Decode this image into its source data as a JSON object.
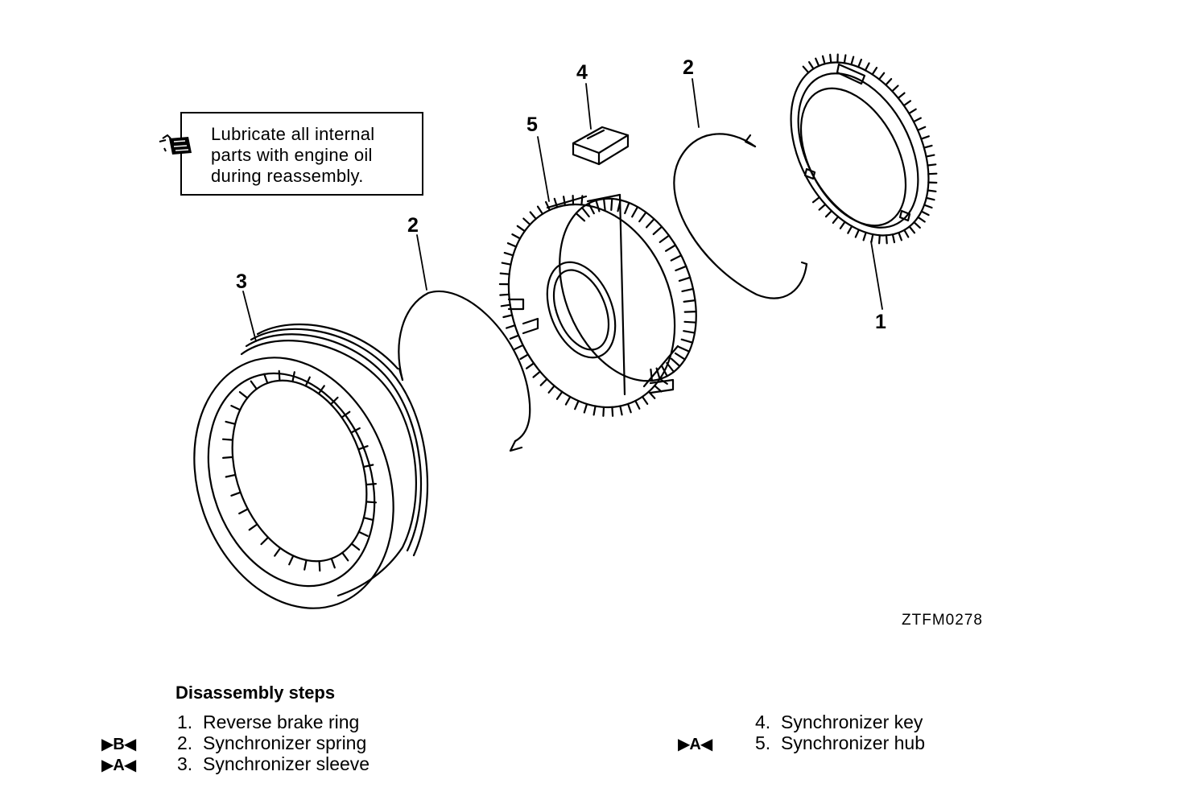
{
  "callouts": {
    "ring": "1",
    "spring_left": "2",
    "spring_right": "2",
    "sleeve": "3",
    "key": "4",
    "hub": "5"
  },
  "note": {
    "icon": "oil-can-icon",
    "text": "Lubricate all internal parts with engine oil during reassembly."
  },
  "figure_code": "ZTFM0278",
  "steps": {
    "title": "Disassembly steps",
    "items": [
      {
        "num": "1.",
        "label": "Reverse brake ring",
        "marker": ""
      },
      {
        "num": "2.",
        "label": "Synchronizer spring",
        "marker": "▶B◀"
      },
      {
        "num": "3.",
        "label": "Synchronizer sleeve",
        "marker": "▶A◀"
      },
      {
        "num": "4.",
        "label": "Synchronizer key",
        "marker": ""
      },
      {
        "num": "5.",
        "label": "Synchronizer hub",
        "marker": "▶A◀"
      }
    ]
  }
}
